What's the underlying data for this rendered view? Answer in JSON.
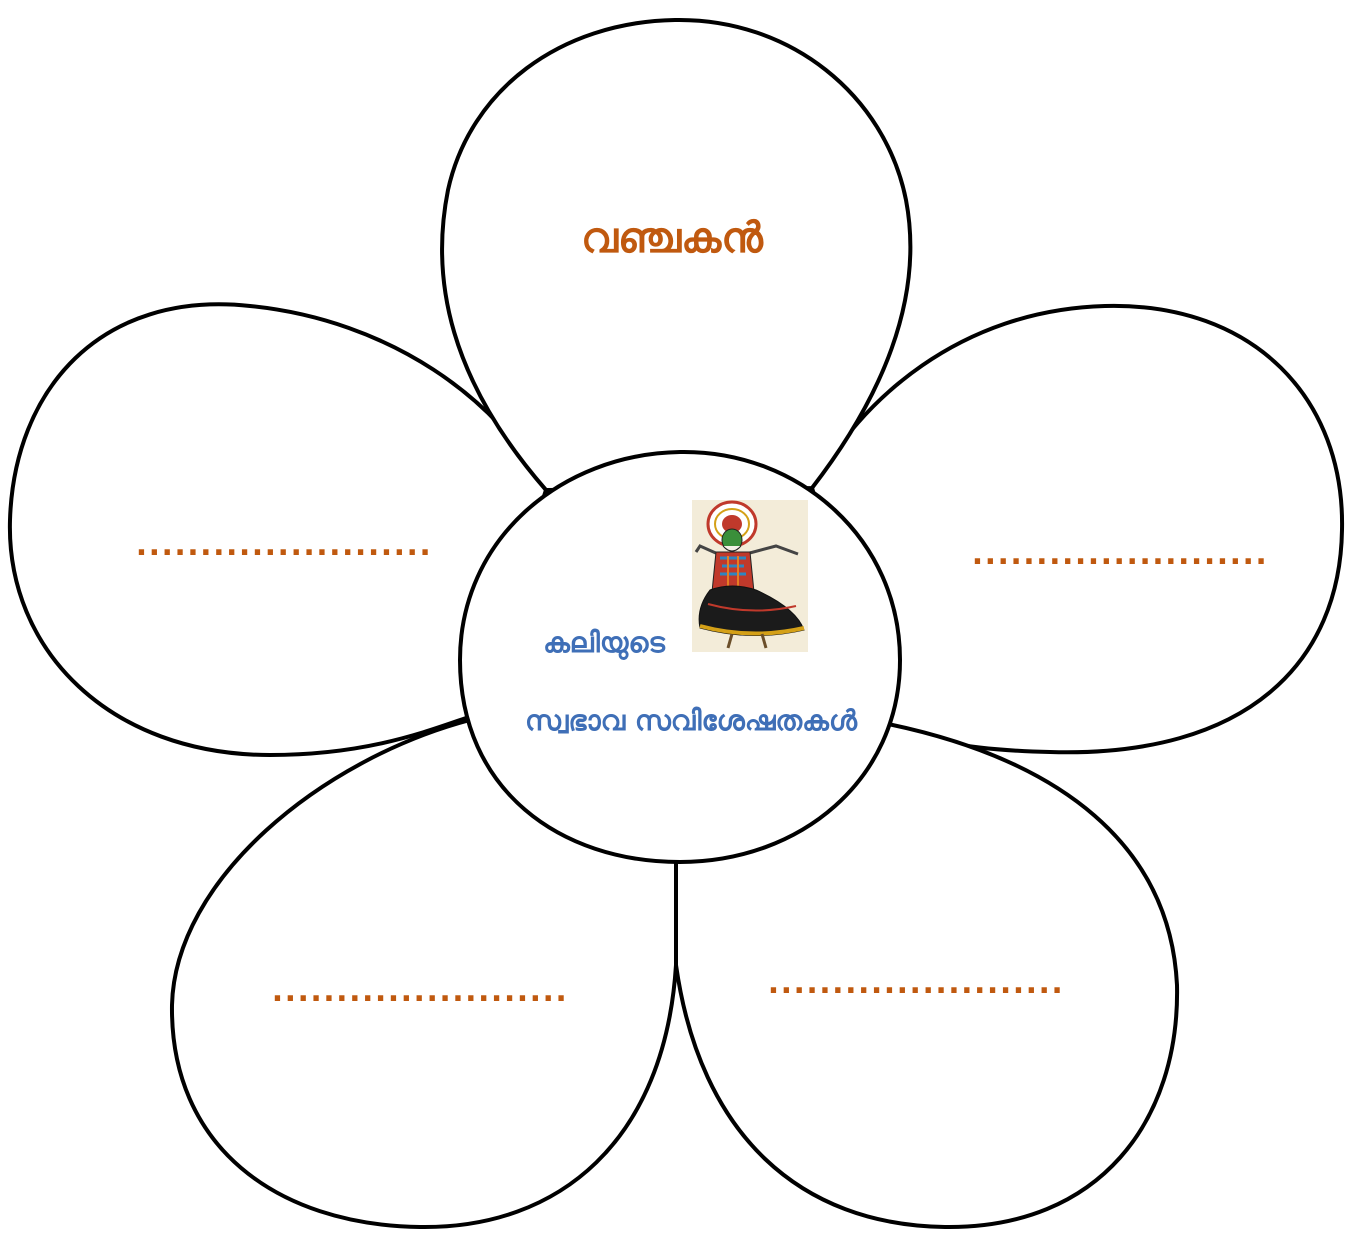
{
  "colors": {
    "petal_text": "#c0590f",
    "center_text": "#3f6fb7",
    "outline": "#000000"
  },
  "petals": {
    "top": "വഞ്ചകൻ",
    "left": ".......................",
    "right": ".......................",
    "bottom_left": ".......................",
    "bottom_right": "......................."
  },
  "center": {
    "line1": "കലിയുടെ",
    "line2": "സ്വഭാവ സവിശേഷതകൾ",
    "illustration": "kathakali-dancer-icon"
  }
}
